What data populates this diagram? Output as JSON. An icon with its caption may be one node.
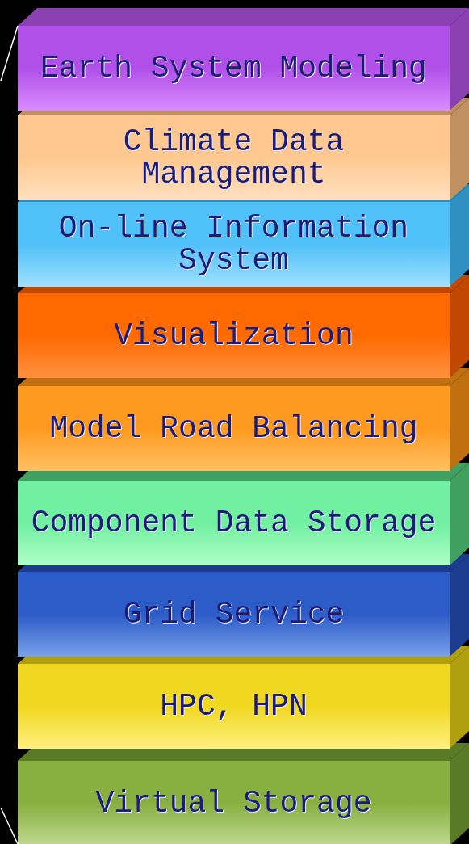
{
  "diagram": {
    "nodes": [
      {
        "text": [
          "Earth System Modeling"
        ]
      },
      {
        "text": [
          "Climate Data Management"
        ]
      },
      {
        "text": [
          "On-line Information System"
        ]
      },
      {
        "text": [
          "Visualization"
        ]
      },
      {
        "text": [
          "Model Road Balancing"
        ]
      },
      {
        "text": [
          "Component Data Storage"
        ]
      },
      {
        "text": [
          "Grid Service"
        ]
      },
      {
        "text": [
          "HPC, HPN"
        ]
      },
      {
        "text": [
          "Virtual Storage"
        ]
      }
    ]
  }
}
